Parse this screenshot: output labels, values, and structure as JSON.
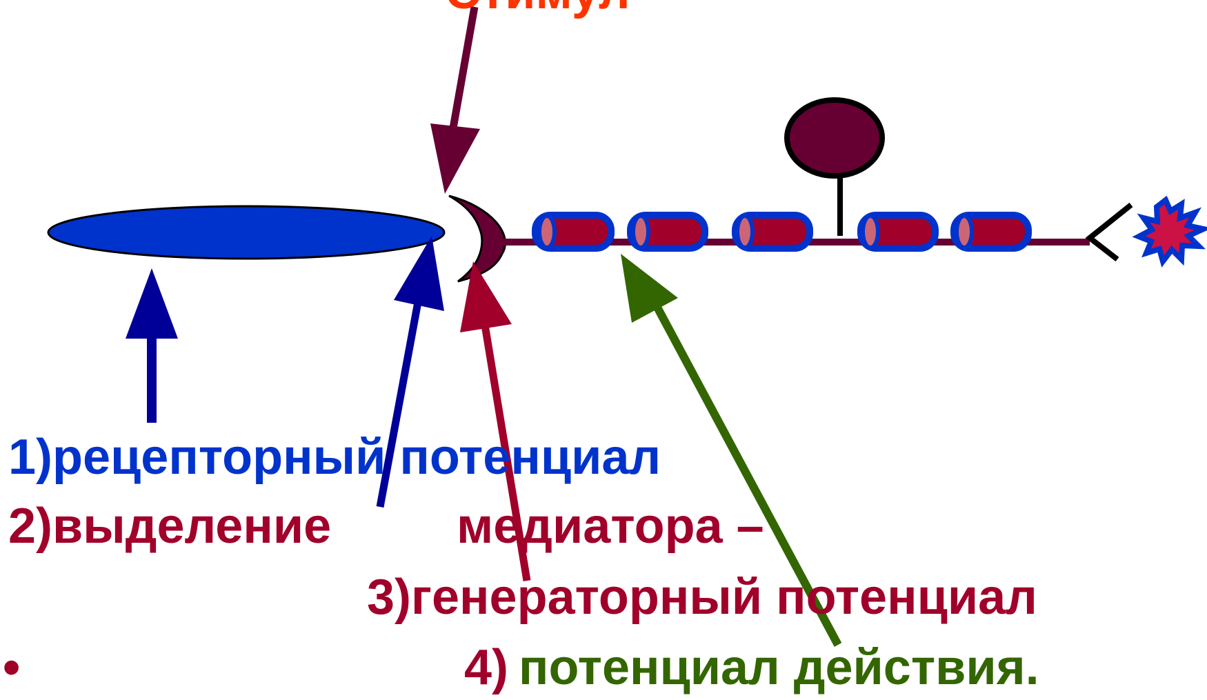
{
  "labels": {
    "top_cut_text": "Стимул",
    "l1": "1)рецепторный потенциал",
    "l2a": "2)выделение",
    "l2b": "медиатора –",
    "l3": "3)генераторный потенциал",
    "l4_num": "4)",
    "l4_text": "потенциал действия.",
    "bullet": "•"
  },
  "colors": {
    "receptor": "#0033cc",
    "stimulus_arrow": "#660033",
    "mediator_arrow": "#000099",
    "generator_arrow": "#a0002a",
    "action_arrow": "#336600",
    "axon": "#660033",
    "myelin": "#0033cc",
    "node": "#a0002a",
    "effector_burst": "#0033cc",
    "text_blue": "#0033cc",
    "text_red": "#a0002a",
    "text_green": "#336600"
  }
}
